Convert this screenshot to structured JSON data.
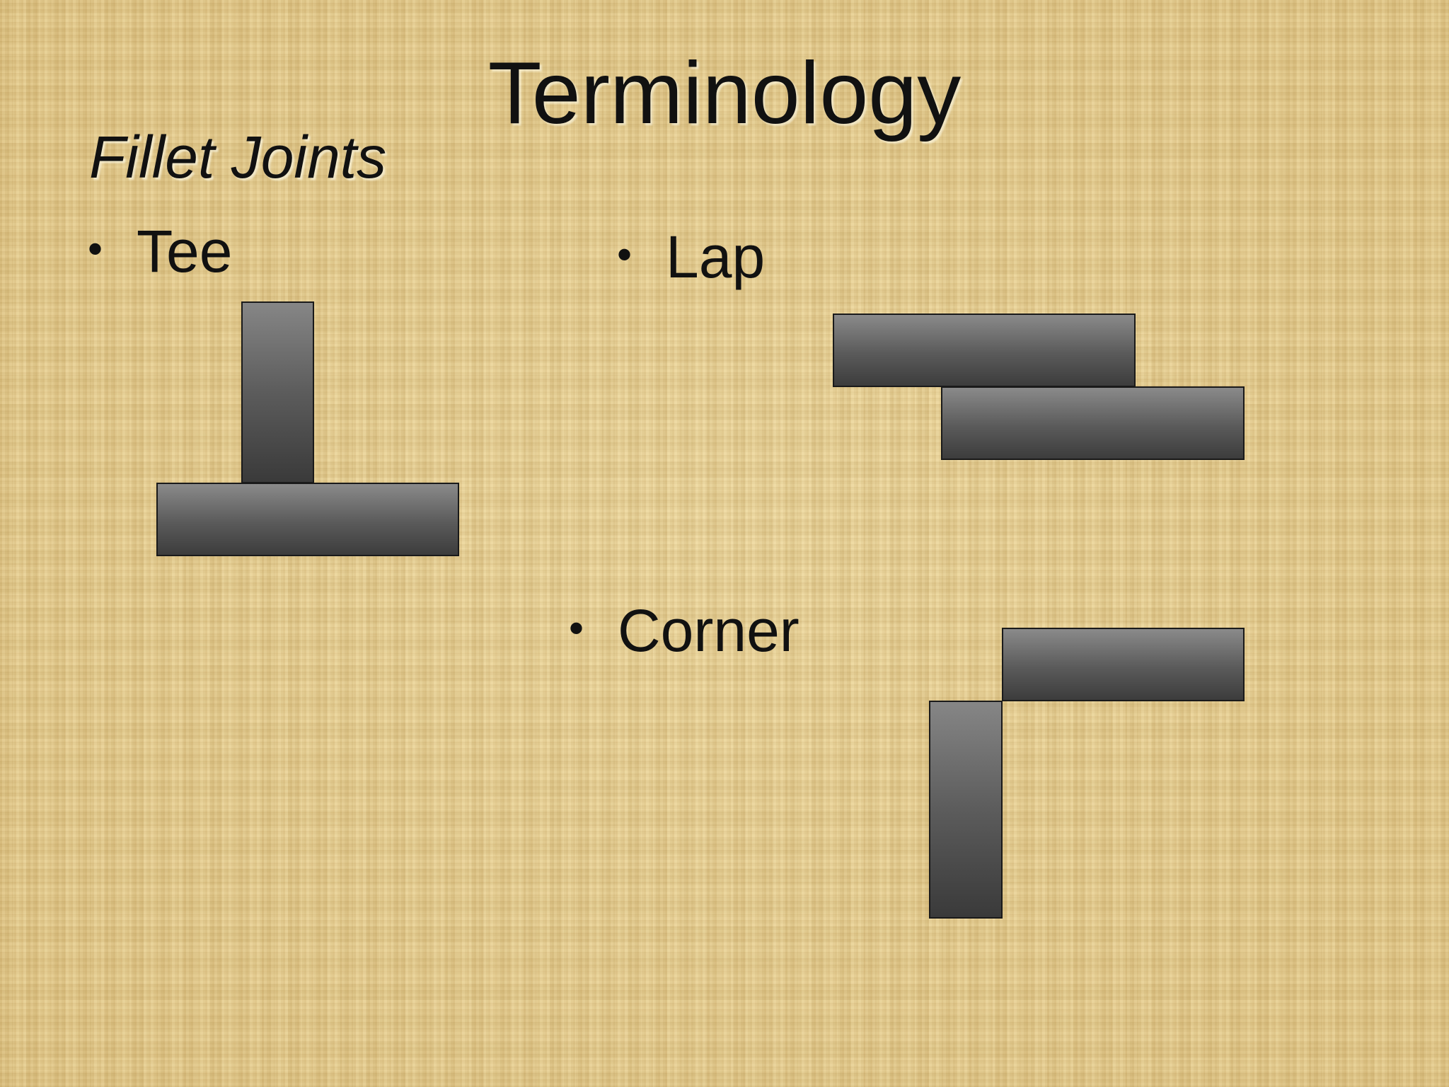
{
  "slide": {
    "title": "Terminology",
    "subtitle": "Fillet Joints",
    "bullet_glyph": "•",
    "joints": [
      {
        "label": "Tee"
      },
      {
        "label": "Lap"
      },
      {
        "label": "Corner"
      }
    ]
  },
  "colors": {
    "background": "#e6cf92",
    "plate": "#5a5a5a",
    "text": "#111111"
  }
}
